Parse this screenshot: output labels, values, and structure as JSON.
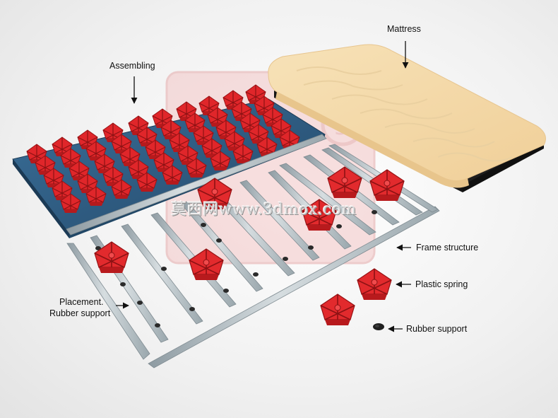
{
  "labels": {
    "mattress": "Mattress",
    "assembling": "Assembling",
    "frame_structure": "Frame structure",
    "plastic_spring": "Plastic spring",
    "rubber_support": "Rubber support",
    "placement_line1": "Placement.",
    "placement_line2": "Rubber support"
  },
  "watermark": {
    "text": "莫西网www.3dmox.com"
  },
  "colors": {
    "mattress": "#f6dcae",
    "mattress_base": "#1e1e1e",
    "frame_blue": "#2f5f86",
    "spring_red": "#e0262a",
    "rail_metal": "#b9c4c9",
    "rubber": "#2a2a2a"
  }
}
